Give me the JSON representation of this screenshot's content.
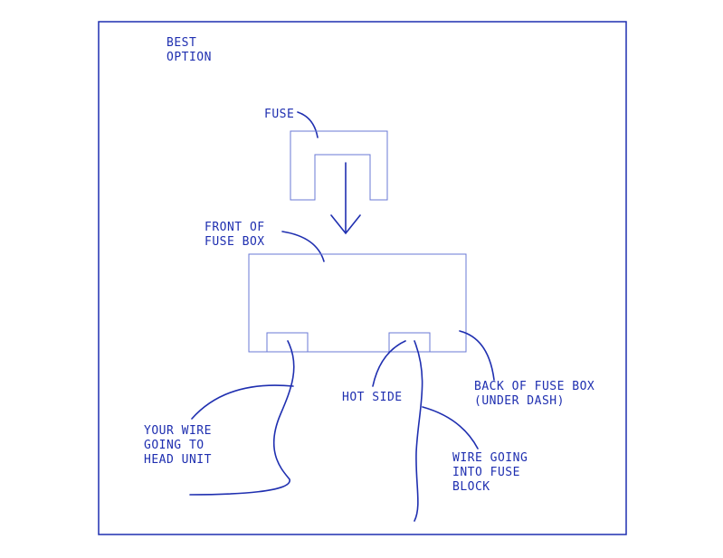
{
  "labels": {
    "best_1": "BEST",
    "best_2": "OPTION",
    "fuse": "FUSE",
    "front_1": "FRONT OF",
    "front_2": "FUSE BOX",
    "hot": "HOT SIDE",
    "back_1": "BACK OF FUSE BOX",
    "back_2": "(UNDER DASH)",
    "your_1": "YOUR WIRE",
    "your_2": "GOING TO",
    "your_3": "HEAD UNIT",
    "into_1": "WIRE GOING",
    "into_2": "INTO FUSE",
    "into_3": "BLOCK"
  },
  "colors": {
    "ink": "#1f2fb0",
    "outline": "#6a78d6"
  }
}
